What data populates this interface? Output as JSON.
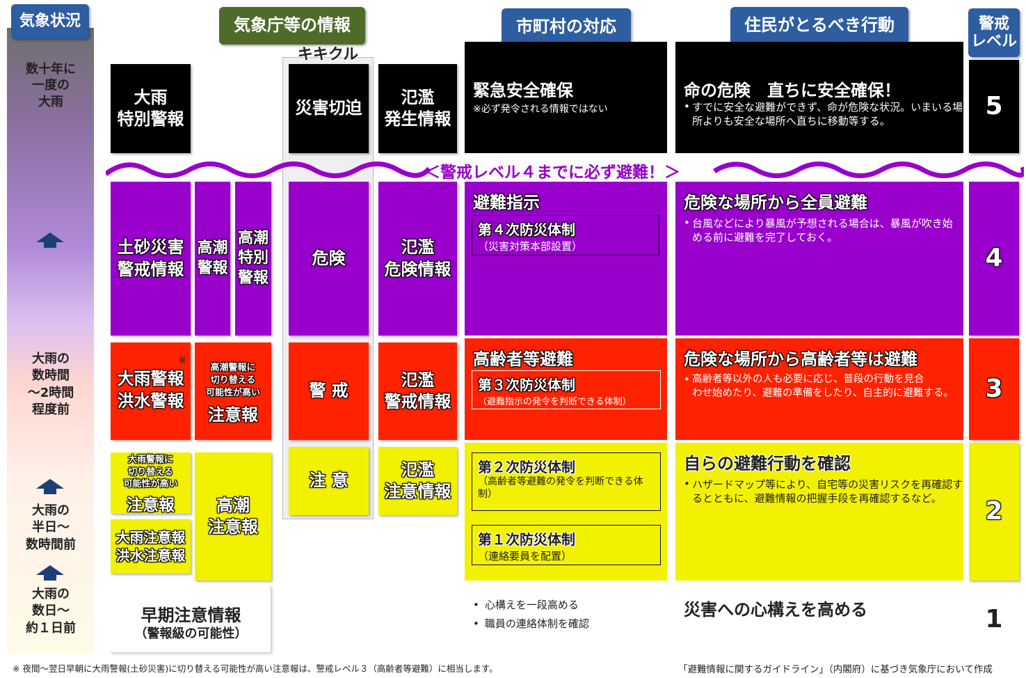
{
  "headers": {
    "weather": "気象状況",
    "jma": "気象庁等の情報",
    "municipal": "市町村の対応",
    "resident": "住民がとるべき行動",
    "level": "警戒\nレベル"
  },
  "weather_col": {
    "row5": "数十年に\n一度の\n大雨",
    "row3": "大雨の\n数時間\n～2時間\n程度前",
    "row2": "大雨の\n半日～\n数時間前",
    "row1": "大雨の\n数日～\n約１日前"
  },
  "kikikuru": "キキクル",
  "wave_text": "＜警戒レベル４までに必ず避難！＞",
  "jma_cells": {
    "l5_heavy": "大雨\n特別警報",
    "l5_disaster": "災害切迫",
    "l5_flood": "氾濫\n発生情報",
    "l4_sediment": "土砂災害\n警戒情報",
    "l4_tide": "高潮\n警報",
    "l4_tide_special": "高潮\n特別\n警報",
    "l4_danger": "危険",
    "l4_flood": "氾濫\n危険情報",
    "l3_mark": "※",
    "l3_warn": "大雨警報\n洪水警報",
    "l3_tide_small": "高潮警報に\n切り替える\n可能性が高い",
    "l3_tide_big": "注意報",
    "l3_caution": "警 戒",
    "l3_flood": "氾濫\n警戒情報",
    "l2_rain_small": "大雨警報に\n切り替える\n可能性が高い",
    "l2_rain_big": "注意報",
    "l2_advisory": "大雨注意報\n洪水注意報",
    "l2_tide": "高潮\n注意報",
    "l2_attention": "注 意",
    "l2_flood": "氾濫\n注意情報",
    "l1_early": "早期注意情報",
    "l1_early_sub": "（警報級の可能性）"
  },
  "municipal_cells": {
    "l5_title": "緊急安全確保",
    "l5_note": "※必ず発令される情報ではない",
    "l4_title": "避難指示",
    "l4_box_title": "第４次防災体制",
    "l4_box_sub": "（災害対策本部設置）",
    "l3_title": "高齢者等避難",
    "l3_box_title": "第３次防災体制",
    "l3_box_sub": "（避難指示の発令を判断できる体制）",
    "l2_box1_title": "第２次防災体制",
    "l2_box1_sub": "（高齢者等避難の発令を判断できる体\n制）",
    "l2_box2_title": "第１次防災体制",
    "l2_box2_sub": "（連絡要員を配置）",
    "l1_bullet1": "心構えを一段高める",
    "l1_bullet2": "職員の連絡体制を確認"
  },
  "resident_cells": {
    "l5_title": "命の危険　直ちに安全確保！",
    "l5_text": "すでに安全な避難ができず、命が危険な状況。いまいる場\n所よりも安全な場所へ直ちに移動等する。",
    "l4_title": "危険な場所から全員避難",
    "l4_text": "台風などにより暴風が予想される場合は、暴風が吹き始\nめる前に避難を完了しておく。",
    "l3_title": "危険な場所から高齢者等は避難",
    "l3_text": "高齢者等以外の人も必要に応じ、普段の行動を見合\nわせ始めたり、避難の準備をしたり、自主的に避難する。",
    "l2_title": "自らの避難行動を確認",
    "l2_text": "ハザードマップ等により、自宅等の災害リスクを再確認す\nるとともに、避難情報の把握手段を再確認するなど。",
    "l1_title": "災害への心構えを高める"
  },
  "levels": [
    "5",
    "4",
    "3",
    "2",
    "1"
  ],
  "footer": {
    "left": "※ 夜間～翌日早朝に大雨警報(土砂災害)に切り替える可能性が高い注意報は、警戒レベル３（高齢者等避難）に相当します。",
    "right": "「避難情報に関するガイドライン」（内閣府）に基づき気象庁において作成"
  },
  "colors": {
    "level5": "#000000",
    "level4": "#9900cc",
    "level3": "#ff2200",
    "level2": "#f2f200",
    "header": "#2e5da0",
    "header_jma": "#4e6b2a"
  },
  "icons": [
    "arrow-up-icon",
    "arrow-up-icon",
    "arrow-up-icon"
  ]
}
